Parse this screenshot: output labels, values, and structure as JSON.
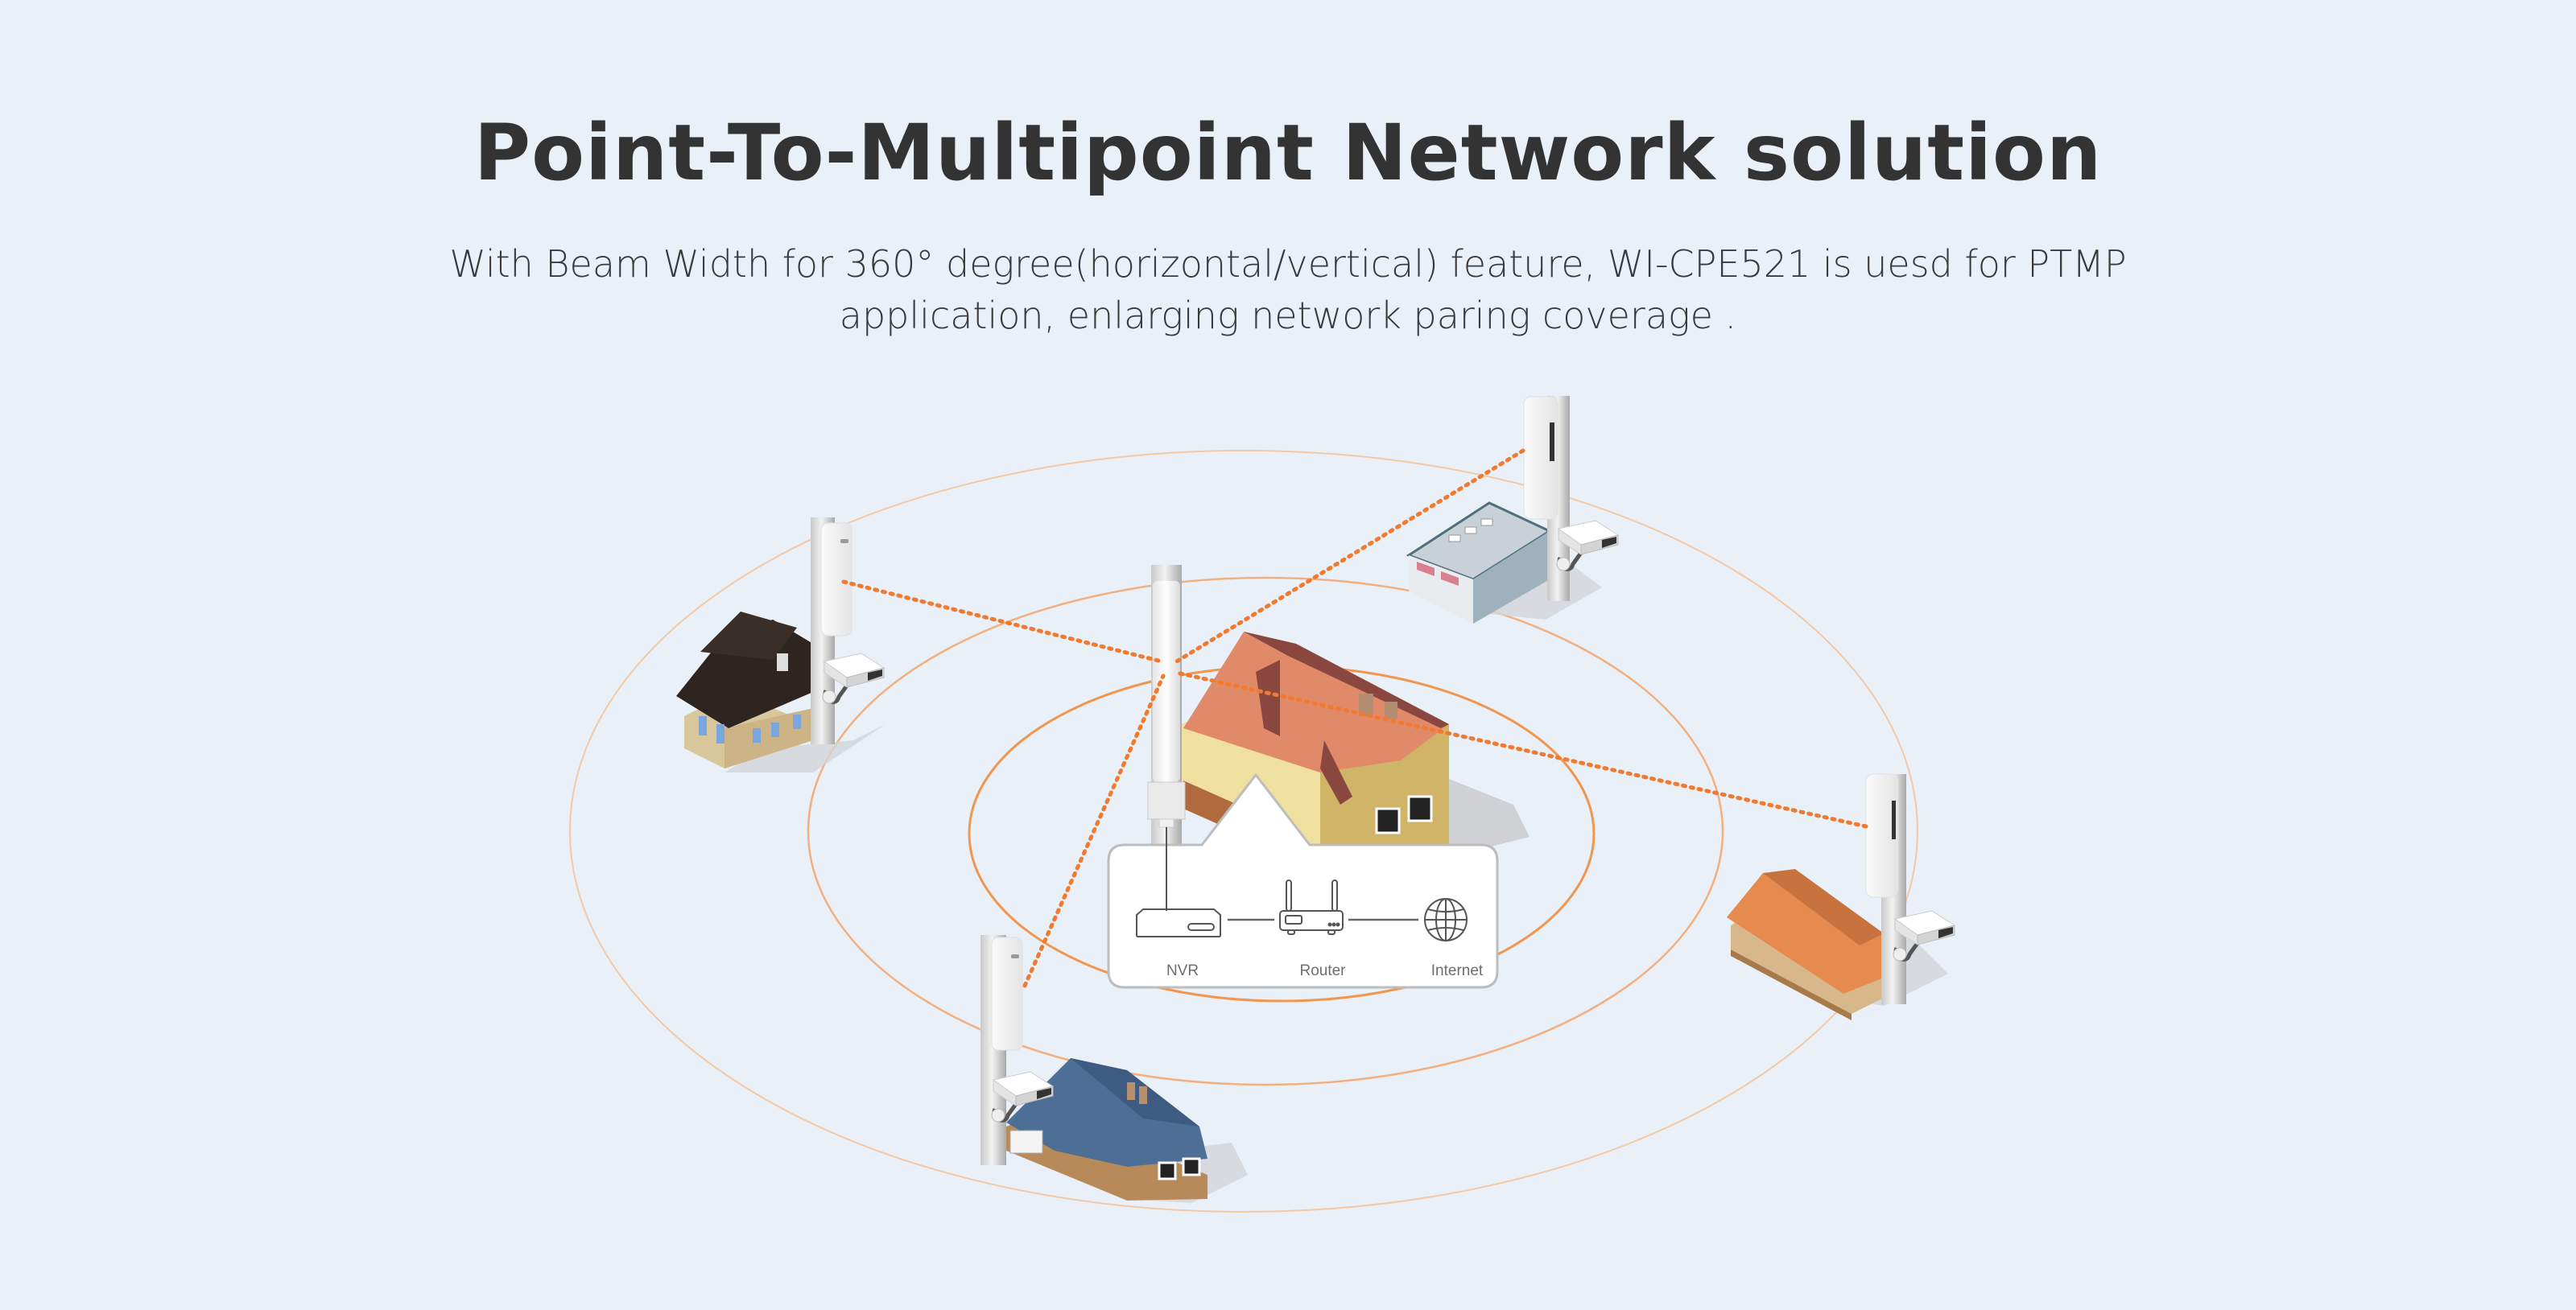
{
  "header": {
    "title": "Point-To-Multipoint Network solution",
    "subtitle_lines": [
      "With Beam Width for 360° degree(horizontal/vertical) feature, WI-CPE521 is uesd for PTMP",
      "application, enlarging network paring coverage ."
    ]
  },
  "diagram": {
    "central_site": {
      "building": "house-terracotta-roof",
      "device": "omni-antenna"
    },
    "remote_sites": [
      {
        "id": "west",
        "building": "house-dark-roof",
        "device": "cpe-with-camera"
      },
      {
        "id": "north-east",
        "building": "shop-building",
        "device": "cpe-with-camera"
      },
      {
        "id": "east",
        "building": "house-orange-roof",
        "device": "cpe-with-camera"
      },
      {
        "id": "south",
        "building": "house-blue-roof",
        "device": "cpe-with-camera"
      }
    ],
    "chain": [
      {
        "label": "NVR",
        "icon": "nvr-icon"
      },
      {
        "label": "Router",
        "icon": "router-icon"
      },
      {
        "label": "Internet",
        "icon": "globe-icon"
      }
    ],
    "coverage_rings": 3
  },
  "colors": {
    "background": "#e9f0f8",
    "title": "#333333",
    "ring": "#f0a060",
    "link": "#f07a30"
  }
}
